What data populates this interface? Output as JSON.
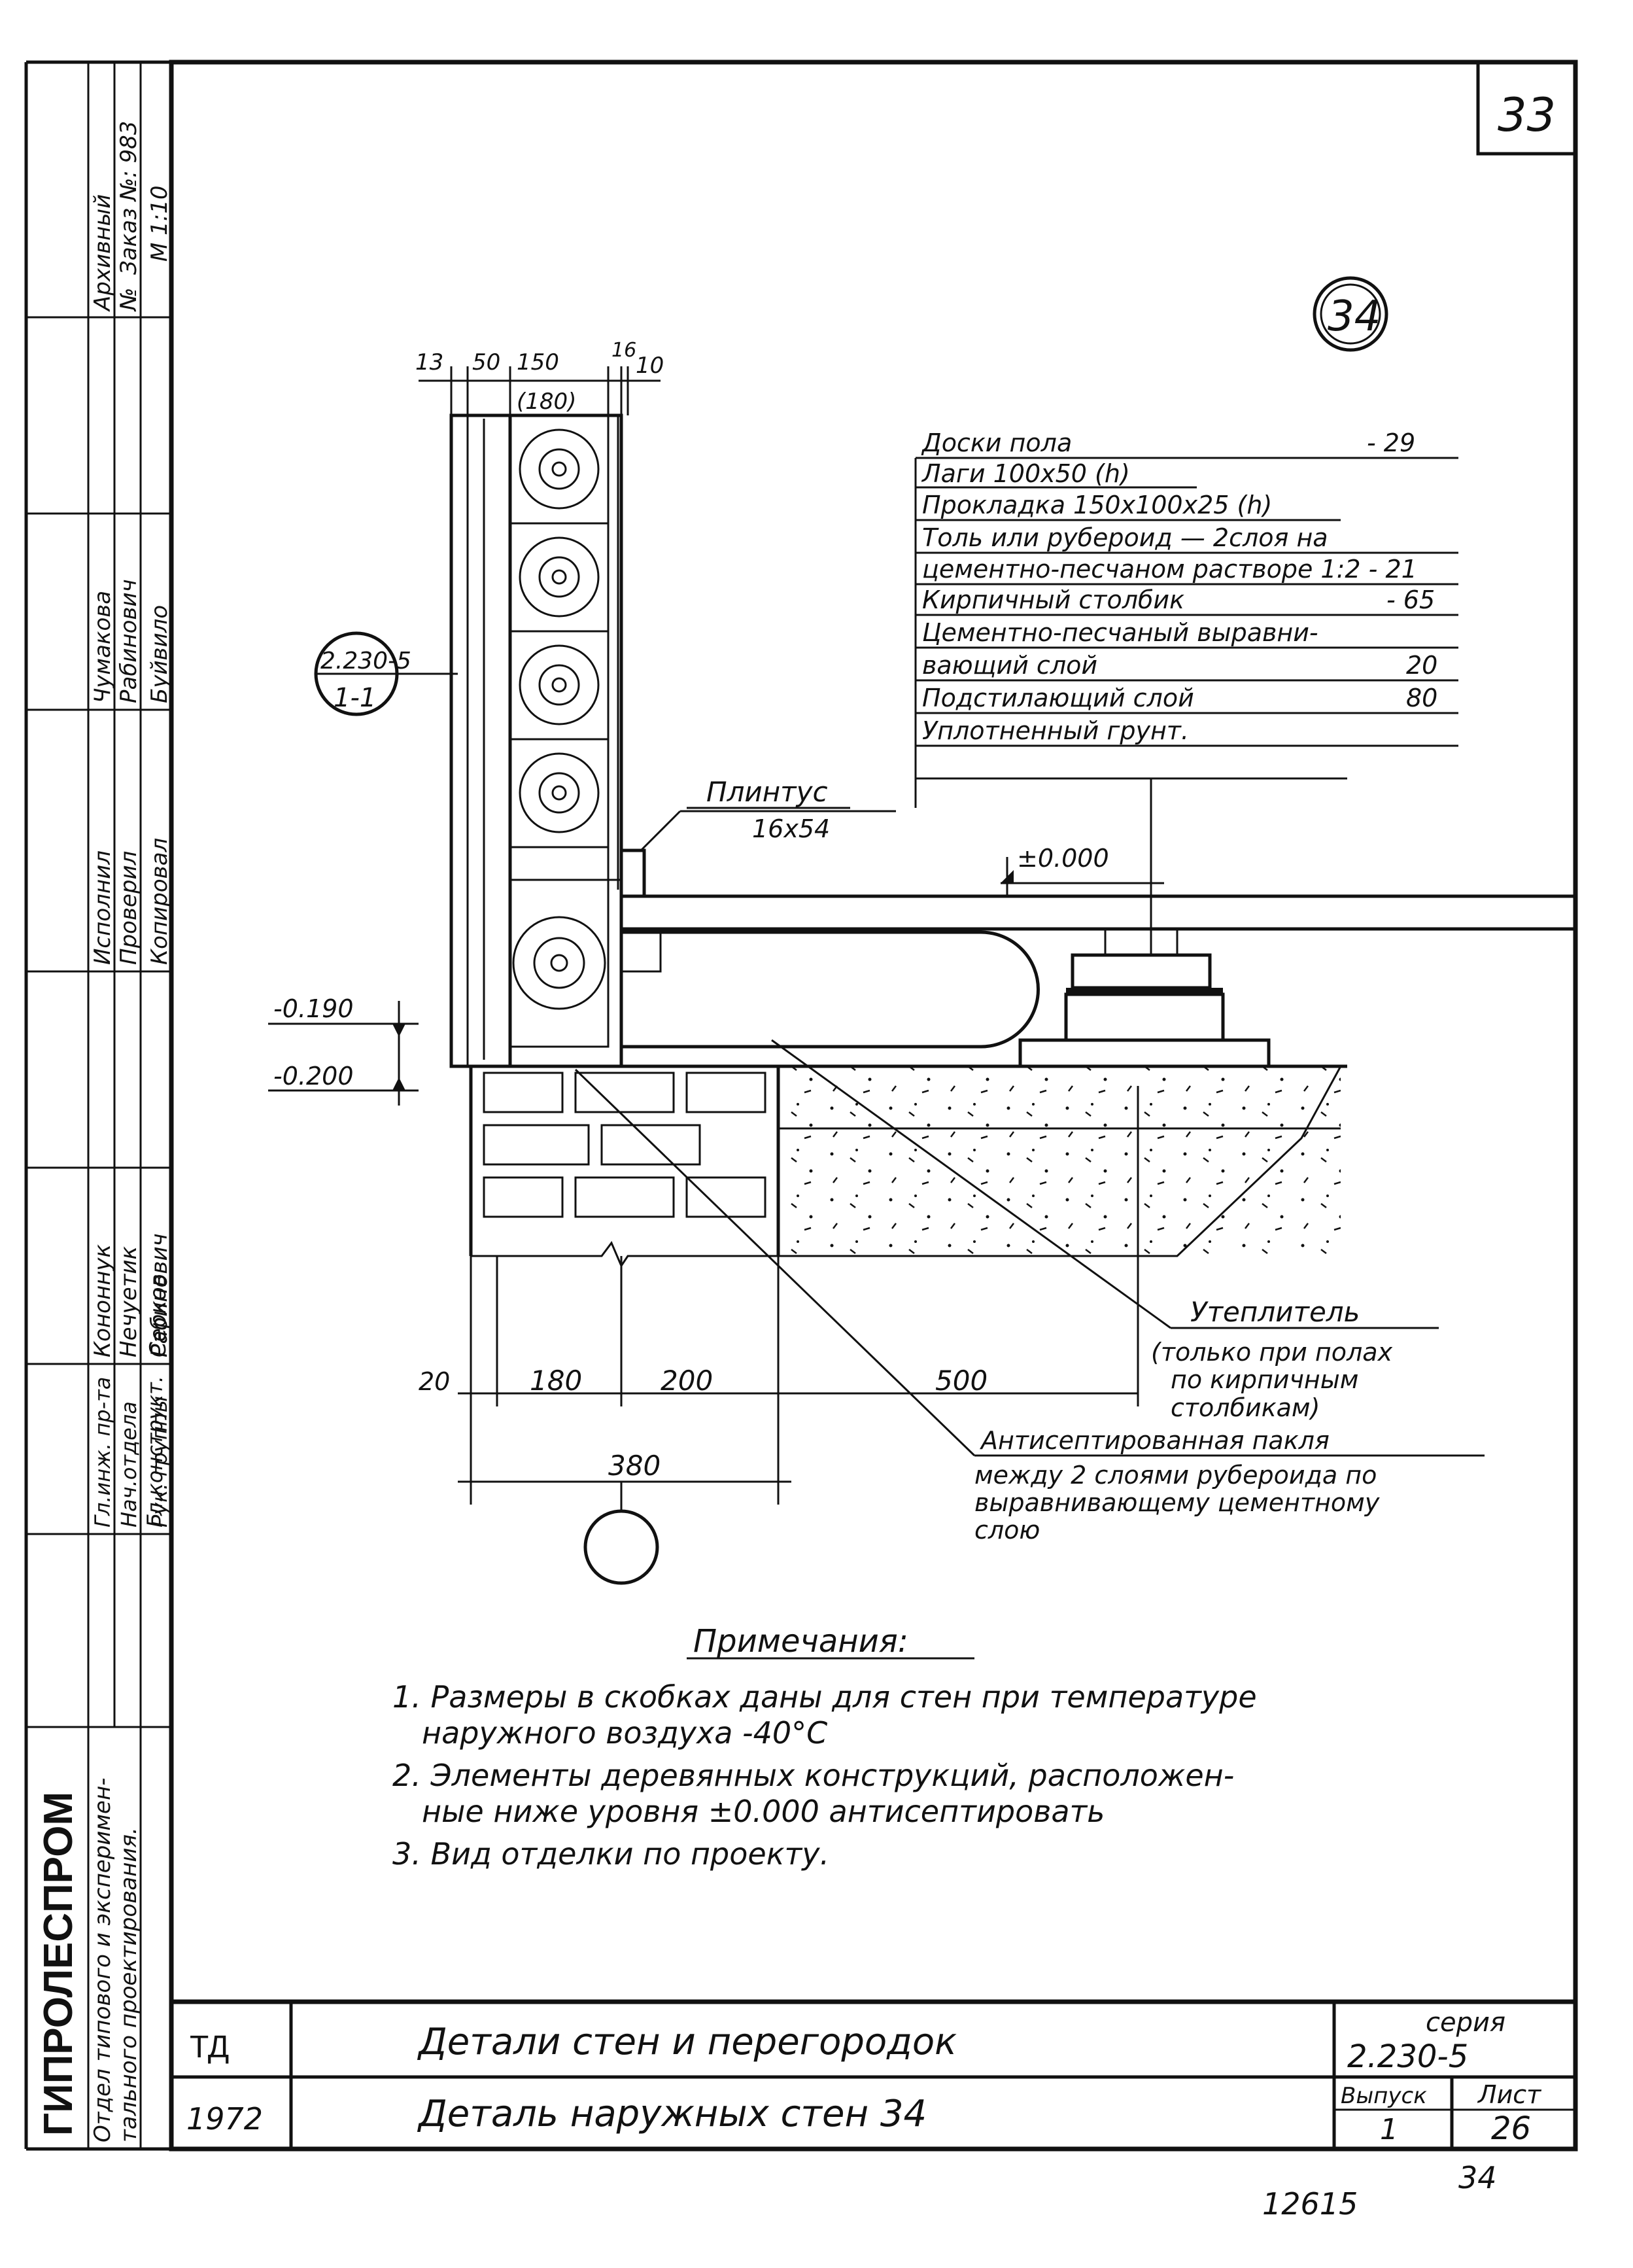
{
  "sheet": {
    "page_number": "33",
    "detail_number": "34",
    "section_ref_top": "2.230-5",
    "section_ref_bottom": "1-1"
  },
  "side_stamp": {
    "org": "ГИПРОЛЕСПРОМ",
    "dept_line1": "Отдел типового и эксперимен-",
    "dept_line2": "тального проектирования.",
    "roles_col1": [
      "Гл.инж. пр-та",
      "Нач.отдела",
      "Гл.конструкт.",
      "Рук. группы"
    ],
    "names_col1": [
      "Кононнук",
      "Нечуетик",
      "Серков",
      "Рабинович"
    ],
    "roles_col2": [
      "Исполнил",
      "Проверил",
      "Копировал"
    ],
    "names_col2": [
      "Чумакова",
      "Рабинович",
      "Буйвило"
    ],
    "archive_label": "Архивный",
    "archive_no": "№",
    "order_label": "Заказ №: 983",
    "scale": "М 1:10"
  },
  "dimensions_top": {
    "d13": "13",
    "d50": "50",
    "d150": "150",
    "d180": "(180)",
    "d16": "16",
    "d10": "10"
  },
  "dimensions_bottom": {
    "d20": "20",
    "d180": "180",
    "d200": "200",
    "d500": "500",
    "d380": "380"
  },
  "levels": {
    "zero": "±0.000",
    "m190": "-0.190",
    "m200": "-0.200"
  },
  "layers_table": [
    {
      "label": "Доски пола",
      "value": "- 29"
    },
    {
      "label": "Лаги 100х50 (h)",
      "value": ""
    },
    {
      "label": "Прокладка 150х100х25 (h)",
      "value": ""
    },
    {
      "label": "Толь или рубероид — 2слоя на",
      "value": ""
    },
    {
      "label": "цементно-песчаном растворе 1:2 - 21",
      "value": ""
    },
    {
      "label": "Кирпичный столбик",
      "value": "- 65"
    },
    {
      "label": "Цементно-песчаный выравни-",
      "value": ""
    },
    {
      "label": "вающий слой",
      "value": "20"
    },
    {
      "label": "Подстилающий слой",
      "value": "80"
    },
    {
      "label": "Уплотненный грунт.",
      "value": ""
    }
  ],
  "callouts": {
    "plinth": "Плинтус",
    "plinth_size": "16х54",
    "insulation": "Утеплитель",
    "insulation_note": [
      "(только при полах",
      "по кирпичным",
      "столбикам)"
    ],
    "tow_title": "Антисептированная пакля",
    "tow_note": [
      "между 2 слоями рубероида по",
      "выравнивающему цементному",
      "слою"
    ]
  },
  "notes": {
    "title": "Примечания:",
    "items": [
      "1. Размеры в скобках даны для стен при температуре",
      "наружного воздуха -40°С",
      "2. Элементы деревянных конструкций, расположен-",
      "ные ниже уровня ±0.000 антисептировать",
      "3. Вид отделки по проекту."
    ]
  },
  "title_block": {
    "code": "ТД",
    "year": "1972",
    "title1": "Детали стен и перегородок",
    "title2": "Деталь наружных стен 34",
    "series_label": "серия",
    "series_value": "2.230-5",
    "issue_label": "Выпуск",
    "issue_value": "1",
    "sheet_label": "Лист",
    "sheet_value": "26"
  },
  "footer": {
    "inv": "12615",
    "sheet_alt": "34"
  }
}
